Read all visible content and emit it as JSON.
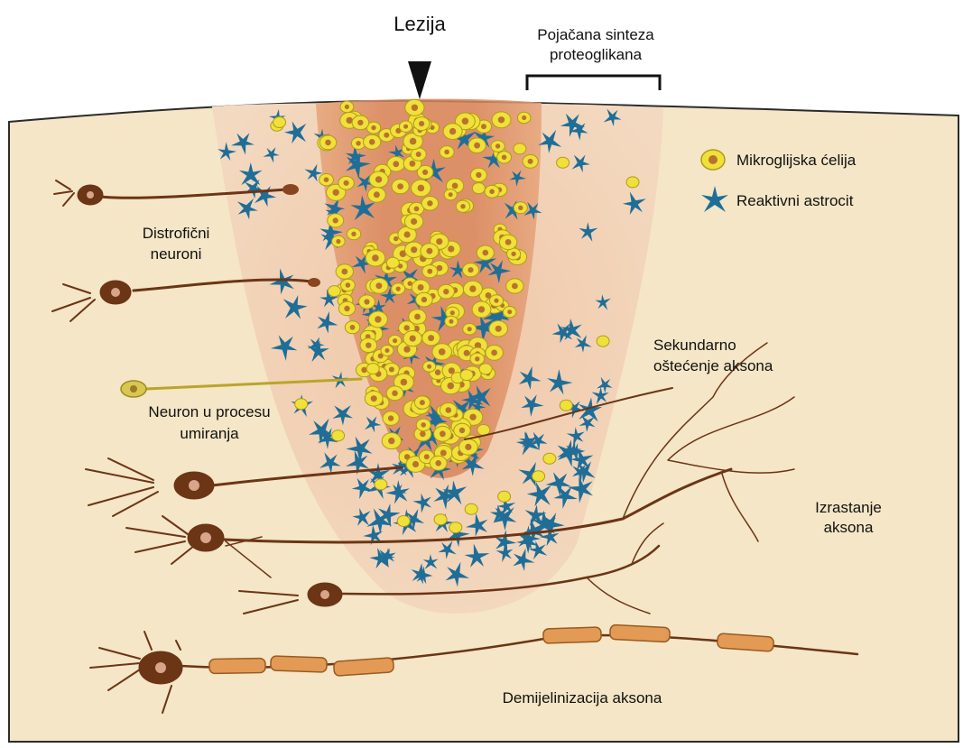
{
  "figure": {
    "lesion_label": "Lezija",
    "proteoglycan_label": [
      "Pojačana sinteza",
      "proteoglikana"
    ],
    "legend": [
      {
        "label": "Mikroglijska ćelija",
        "icon": "microglia-icon"
      },
      {
        "label": "Reaktivni astrocit",
        "icon": "astrocyte-icon"
      }
    ],
    "dystrophic_label": [
      "Distrofični",
      "neuroni"
    ],
    "dying_neuron_label": [
      "Neuron u procesu",
      "umiranja"
    ],
    "secondary_damage_label": [
      "Sekundarno",
      "oštećenje aksona"
    ],
    "sprouting_label": [
      "Izrastanje",
      "aksona"
    ],
    "demyelination_label": "Demijelinizacija aksona"
  },
  "colors": {
    "tissue": "#f4e6c6",
    "tissue_outline": "#2b2b2b",
    "lesion_halo": "#ecc3a4",
    "lesion_core": "#d98b62",
    "microglia": "#efe13a",
    "microglia_nucleus": "#b9722e",
    "astrocyte": "#1f6e98",
    "neuron": "#6b3516",
    "dying_neuron": "#b9a52a",
    "myelin": "#e39a55"
  }
}
